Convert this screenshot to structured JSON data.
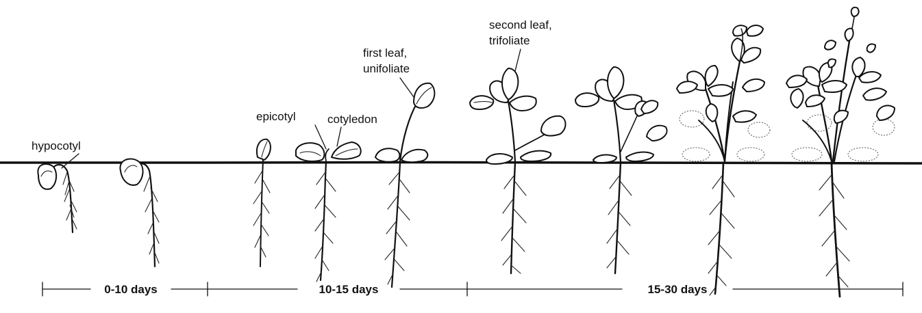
{
  "labels": {
    "hypocotyl": "hypocotyl",
    "epicotyl": "epicotyl",
    "cotyledon": "cotyledon",
    "first_leaf_line1": "first leaf,",
    "first_leaf_line2": "unifoliate",
    "second_leaf_line1": "second leaf,",
    "second_leaf_line2": "trifoliate"
  },
  "timeline": {
    "stage1": "0-10 days",
    "stage2": "10-15 days",
    "stage3": "15-30 days"
  }
}
